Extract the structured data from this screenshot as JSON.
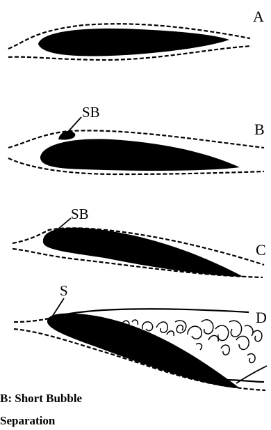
{
  "figure": {
    "cases": [
      {
        "id": "A",
        "letter": "A",
        "tag": ""
      },
      {
        "id": "B",
        "letter": "B",
        "tag": "SB"
      },
      {
        "id": "C",
        "letter": "C",
        "tag": "SB"
      },
      {
        "id": "D",
        "letter": "D",
        "tag": "S"
      }
    ],
    "legend": {
      "line1": "B: Short Bubble",
      "line2": "Separation"
    }
  }
}
